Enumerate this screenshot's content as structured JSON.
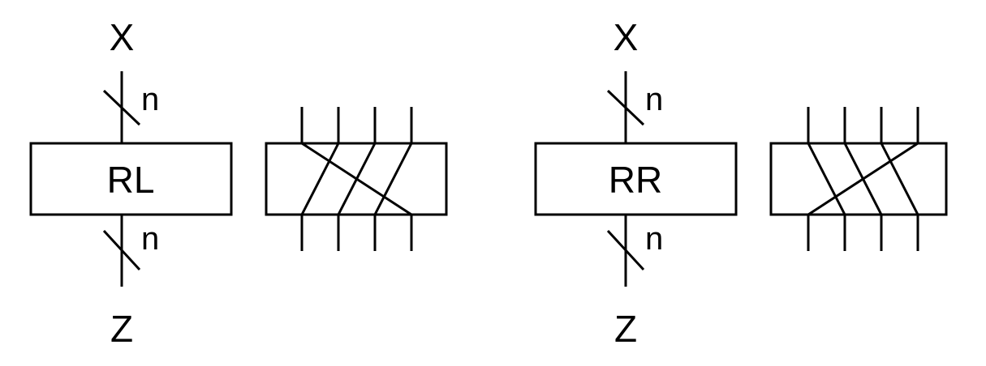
{
  "colors": {
    "stroke": "#000000",
    "background": "#ffffff"
  },
  "rotate_left": {
    "input_label": "X",
    "output_label": "Z",
    "input_width_label": "n",
    "output_width_label": "n",
    "block_label": "RL"
  },
  "rotate_right": {
    "input_label": "X",
    "output_label": "Z",
    "input_width_label": "n",
    "output_width_label": "n",
    "block_label": "RR"
  }
}
